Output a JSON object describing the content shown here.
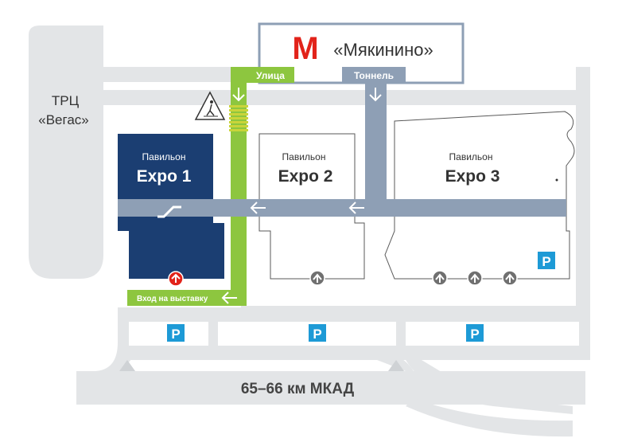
{
  "metro": {
    "symbol": "М",
    "station": "«Мякинино»",
    "exit_street": "Улица",
    "exit_tunnel": "Тоннель"
  },
  "mall": {
    "line1": "ТРЦ",
    "line2": "«Вегас»"
  },
  "pavilions": [
    {
      "caption": "Павильон",
      "name": "Expo 1"
    },
    {
      "caption": "Павильон",
      "name": "Expo 2"
    },
    {
      "caption": "Павильон",
      "name": "Expo 3"
    }
  ],
  "entrance_label": "Вход на выставку",
  "parking_symbol": "P",
  "road_label": "65–66 км МКАД",
  "colors": {
    "road": "#e3e5e7",
    "passage": "#8e9fb5",
    "expo1": "#1b3e72",
    "green_route": "#8dc63f",
    "parking": "#1d9ad6",
    "metro_red": "#e2231a",
    "building_outline": "#595959"
  },
  "icons": [
    "metro-logo-icon",
    "pedestrian-crossing-icon",
    "escalator-icon",
    "entrance-arrow-icon",
    "arrow-left-icon",
    "arrow-down-icon",
    "parking-icon"
  ]
}
